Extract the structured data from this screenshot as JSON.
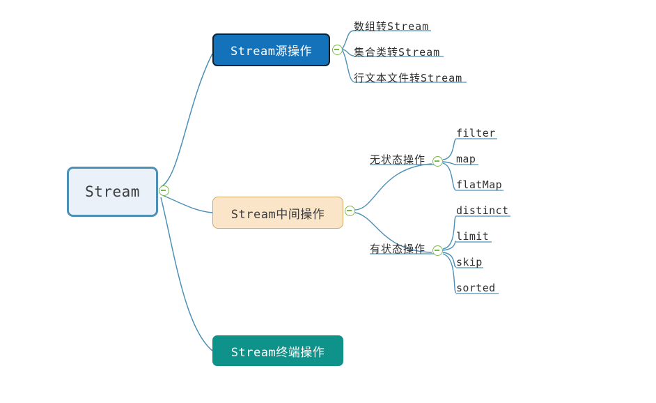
{
  "diagram": {
    "title": "Stream",
    "type": "mindmap",
    "background": "#ffffff"
  },
  "colors": {
    "root_fill": "#eaf1f9",
    "root_border": "#4c90b6",
    "source_fill": "#1472bb",
    "source_border": "#0b2330",
    "middle_fill": "#fbe5c8",
    "middle_border": "#d0a868",
    "terminal_fill": "#0f9289",
    "edge": "#4c90b6",
    "toggle": "#7ab648",
    "text_dark": "#2f2f2f",
    "text_light": "#ffffff"
  },
  "nodes": {
    "root": {
      "label": "Stream"
    },
    "source": {
      "label": "Stream源操作"
    },
    "middle": {
      "label": "Stream中间操作"
    },
    "terminal": {
      "label": "Stream终端操作"
    }
  },
  "branches": {
    "source_children": [
      {
        "label": "数组转Stream"
      },
      {
        "label": "集合类转Stream"
      },
      {
        "label": "行文本文件转Stream"
      }
    ],
    "stateless": {
      "label": "无状态操作",
      "children": [
        {
          "label": "filter"
        },
        {
          "label": "map"
        },
        {
          "label": "flatMap"
        }
      ]
    },
    "stateful": {
      "label": "有状态操作",
      "children": [
        {
          "label": "distinct"
        },
        {
          "label": "limit"
        },
        {
          "label": "skip"
        },
        {
          "label": "sorted"
        }
      ]
    }
  },
  "toggles": {
    "root": "collapse-toggle-root",
    "source": "collapse-toggle-source",
    "middle": "collapse-toggle-middle",
    "stateless": "collapse-toggle-stateless",
    "stateful": "collapse-toggle-stateful"
  }
}
